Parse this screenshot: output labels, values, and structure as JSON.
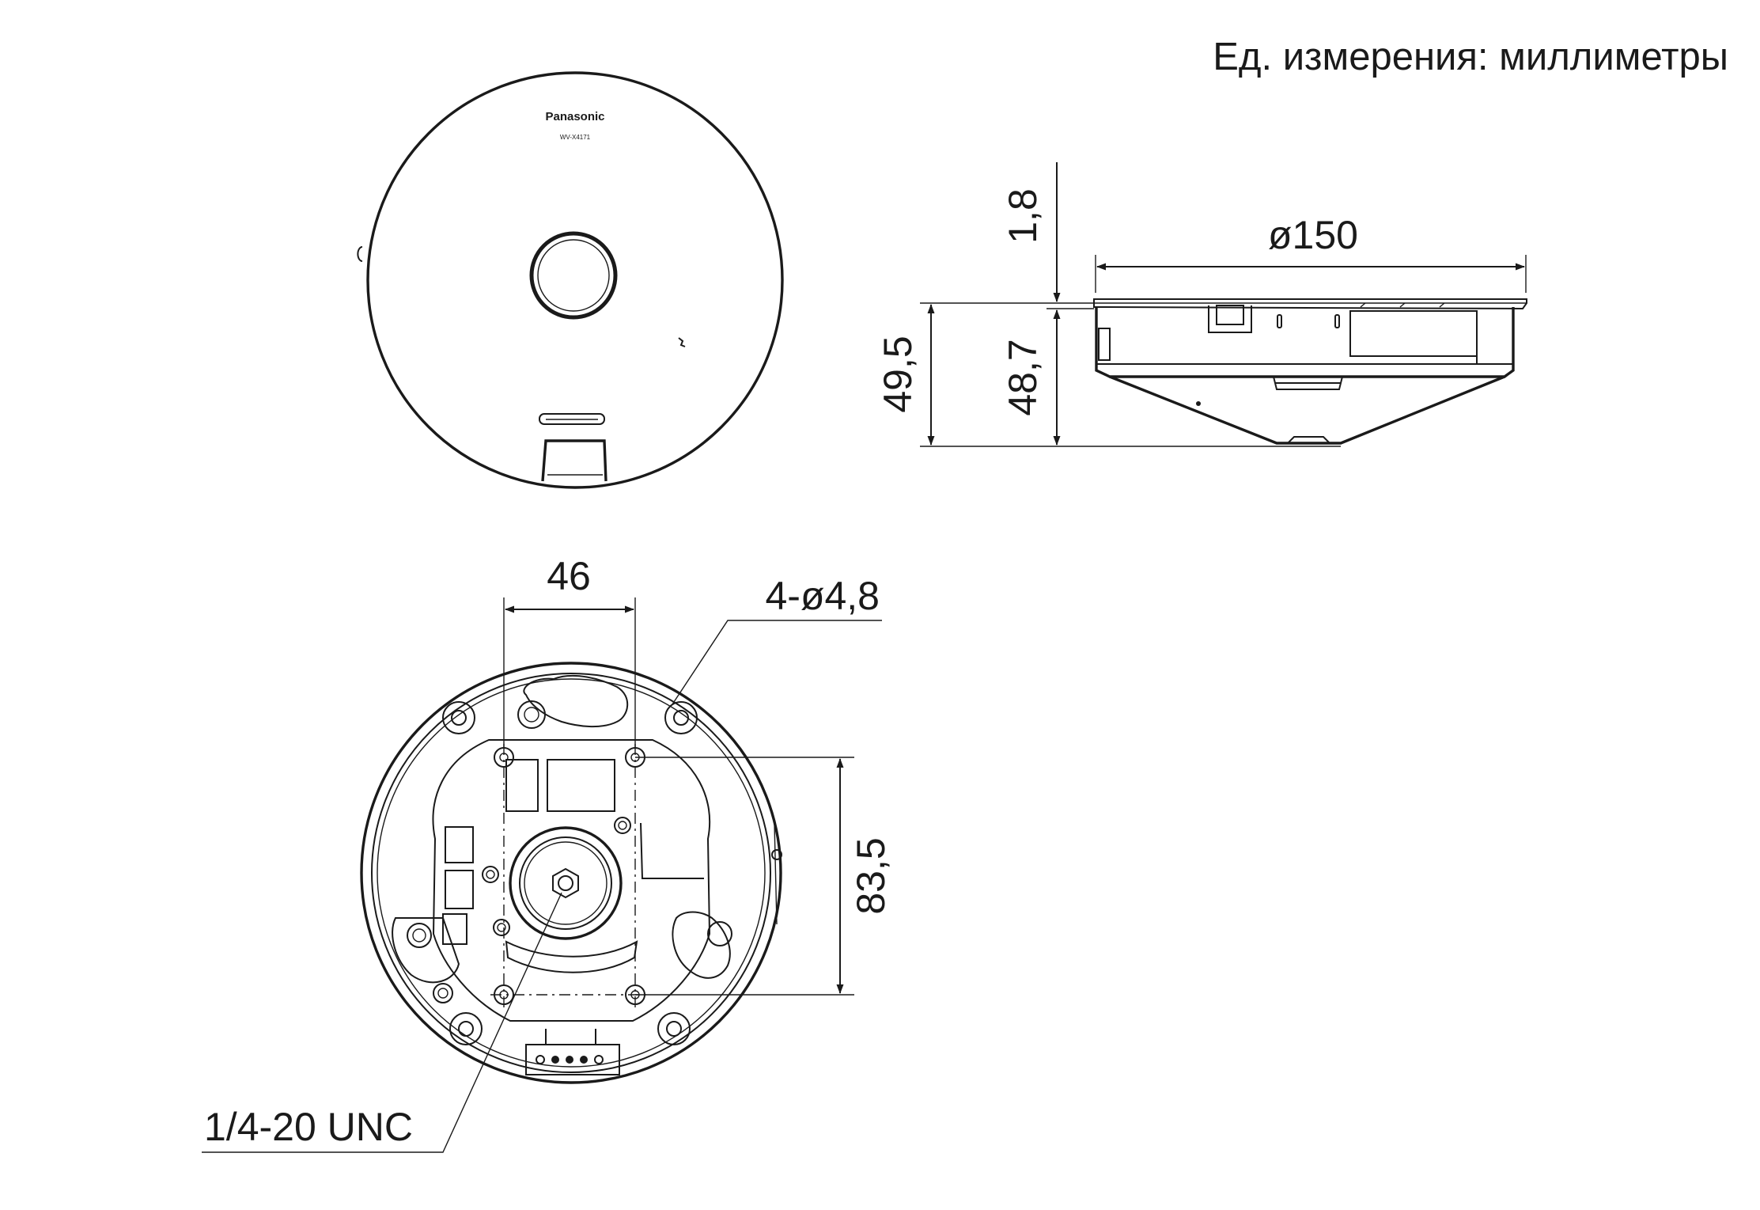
{
  "units_label": "Ед. измерения: миллиметры",
  "top_view": {
    "brand": "Panasonic",
    "model": "WV-X4171"
  },
  "side_view": {
    "dim_top_gap": "1,8",
    "dim_diameter": "ø150",
    "dim_total_height": "49,5",
    "dim_body_height": "48,7"
  },
  "base_view": {
    "dim_hole_spacing_h": "46",
    "dim_holes": "4-ø4,8",
    "dim_hole_spacing_v": "83,5",
    "dim_thread": "1/4-20 UNC"
  },
  "colors": {
    "line": "#1a1a1a",
    "background": "#ffffff"
  }
}
